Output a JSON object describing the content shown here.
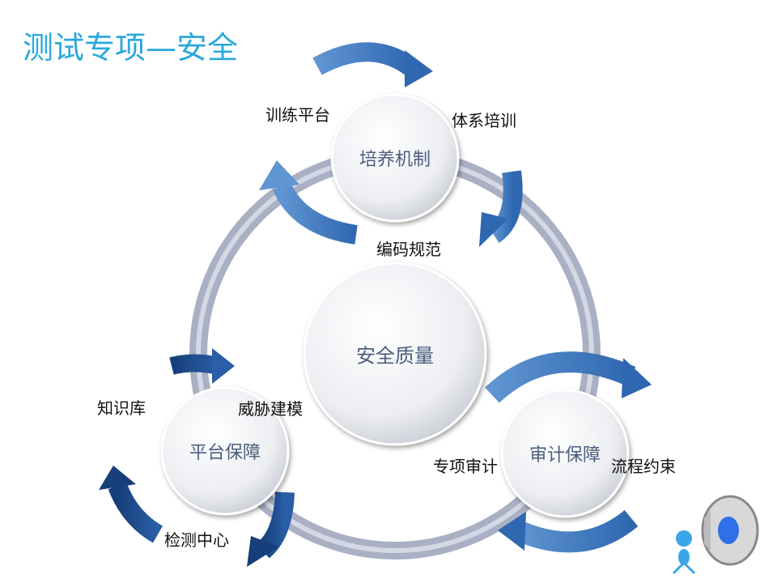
{
  "title": "测试专项—安全",
  "center": "安全质量",
  "nodes": {
    "training": {
      "label": "培养机制",
      "items": [
        "训练平台",
        "体系培训",
        "编码规范"
      ]
    },
    "platform": {
      "label": "平台保障",
      "items": [
        "知识库",
        "威胁建模",
        "检测中心"
      ]
    },
    "audit": {
      "label": "审计保障",
      "items": [
        "专项审计",
        "流程约束"
      ]
    }
  },
  "colors": {
    "title": "#2aa8dc",
    "arrow": "#3a78c0",
    "arrow_dark": "#1d4f8f",
    "ring": "#aab0c4"
  }
}
